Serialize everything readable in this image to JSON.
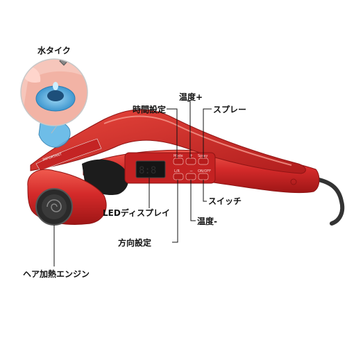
{
  "labels": {
    "water_tank": "水タイク",
    "time_setting": "時間設定",
    "temp_up": "温度+",
    "spray": "スプレー",
    "switch": "スイッチ",
    "temp_down": "温度-",
    "led_display": "LEDディスプレイ",
    "direction_setting": "方向設定",
    "motor": "ヘア加熱エンジン"
  },
  "device": {
    "button_labels": {
      "mode": "Mode",
      "plus": "+",
      "spray": "Spray",
      "lr": "L/R",
      "minus": "−",
      "onoff": "ON/OFF"
    },
    "warning_text": "IMPORTANT"
  },
  "colors": {
    "body": "#d42a2a",
    "body_dark": "#a81818",
    "highlight": "#f06a5e",
    "water": "#5fb6e6",
    "cord": "#333333"
  }
}
